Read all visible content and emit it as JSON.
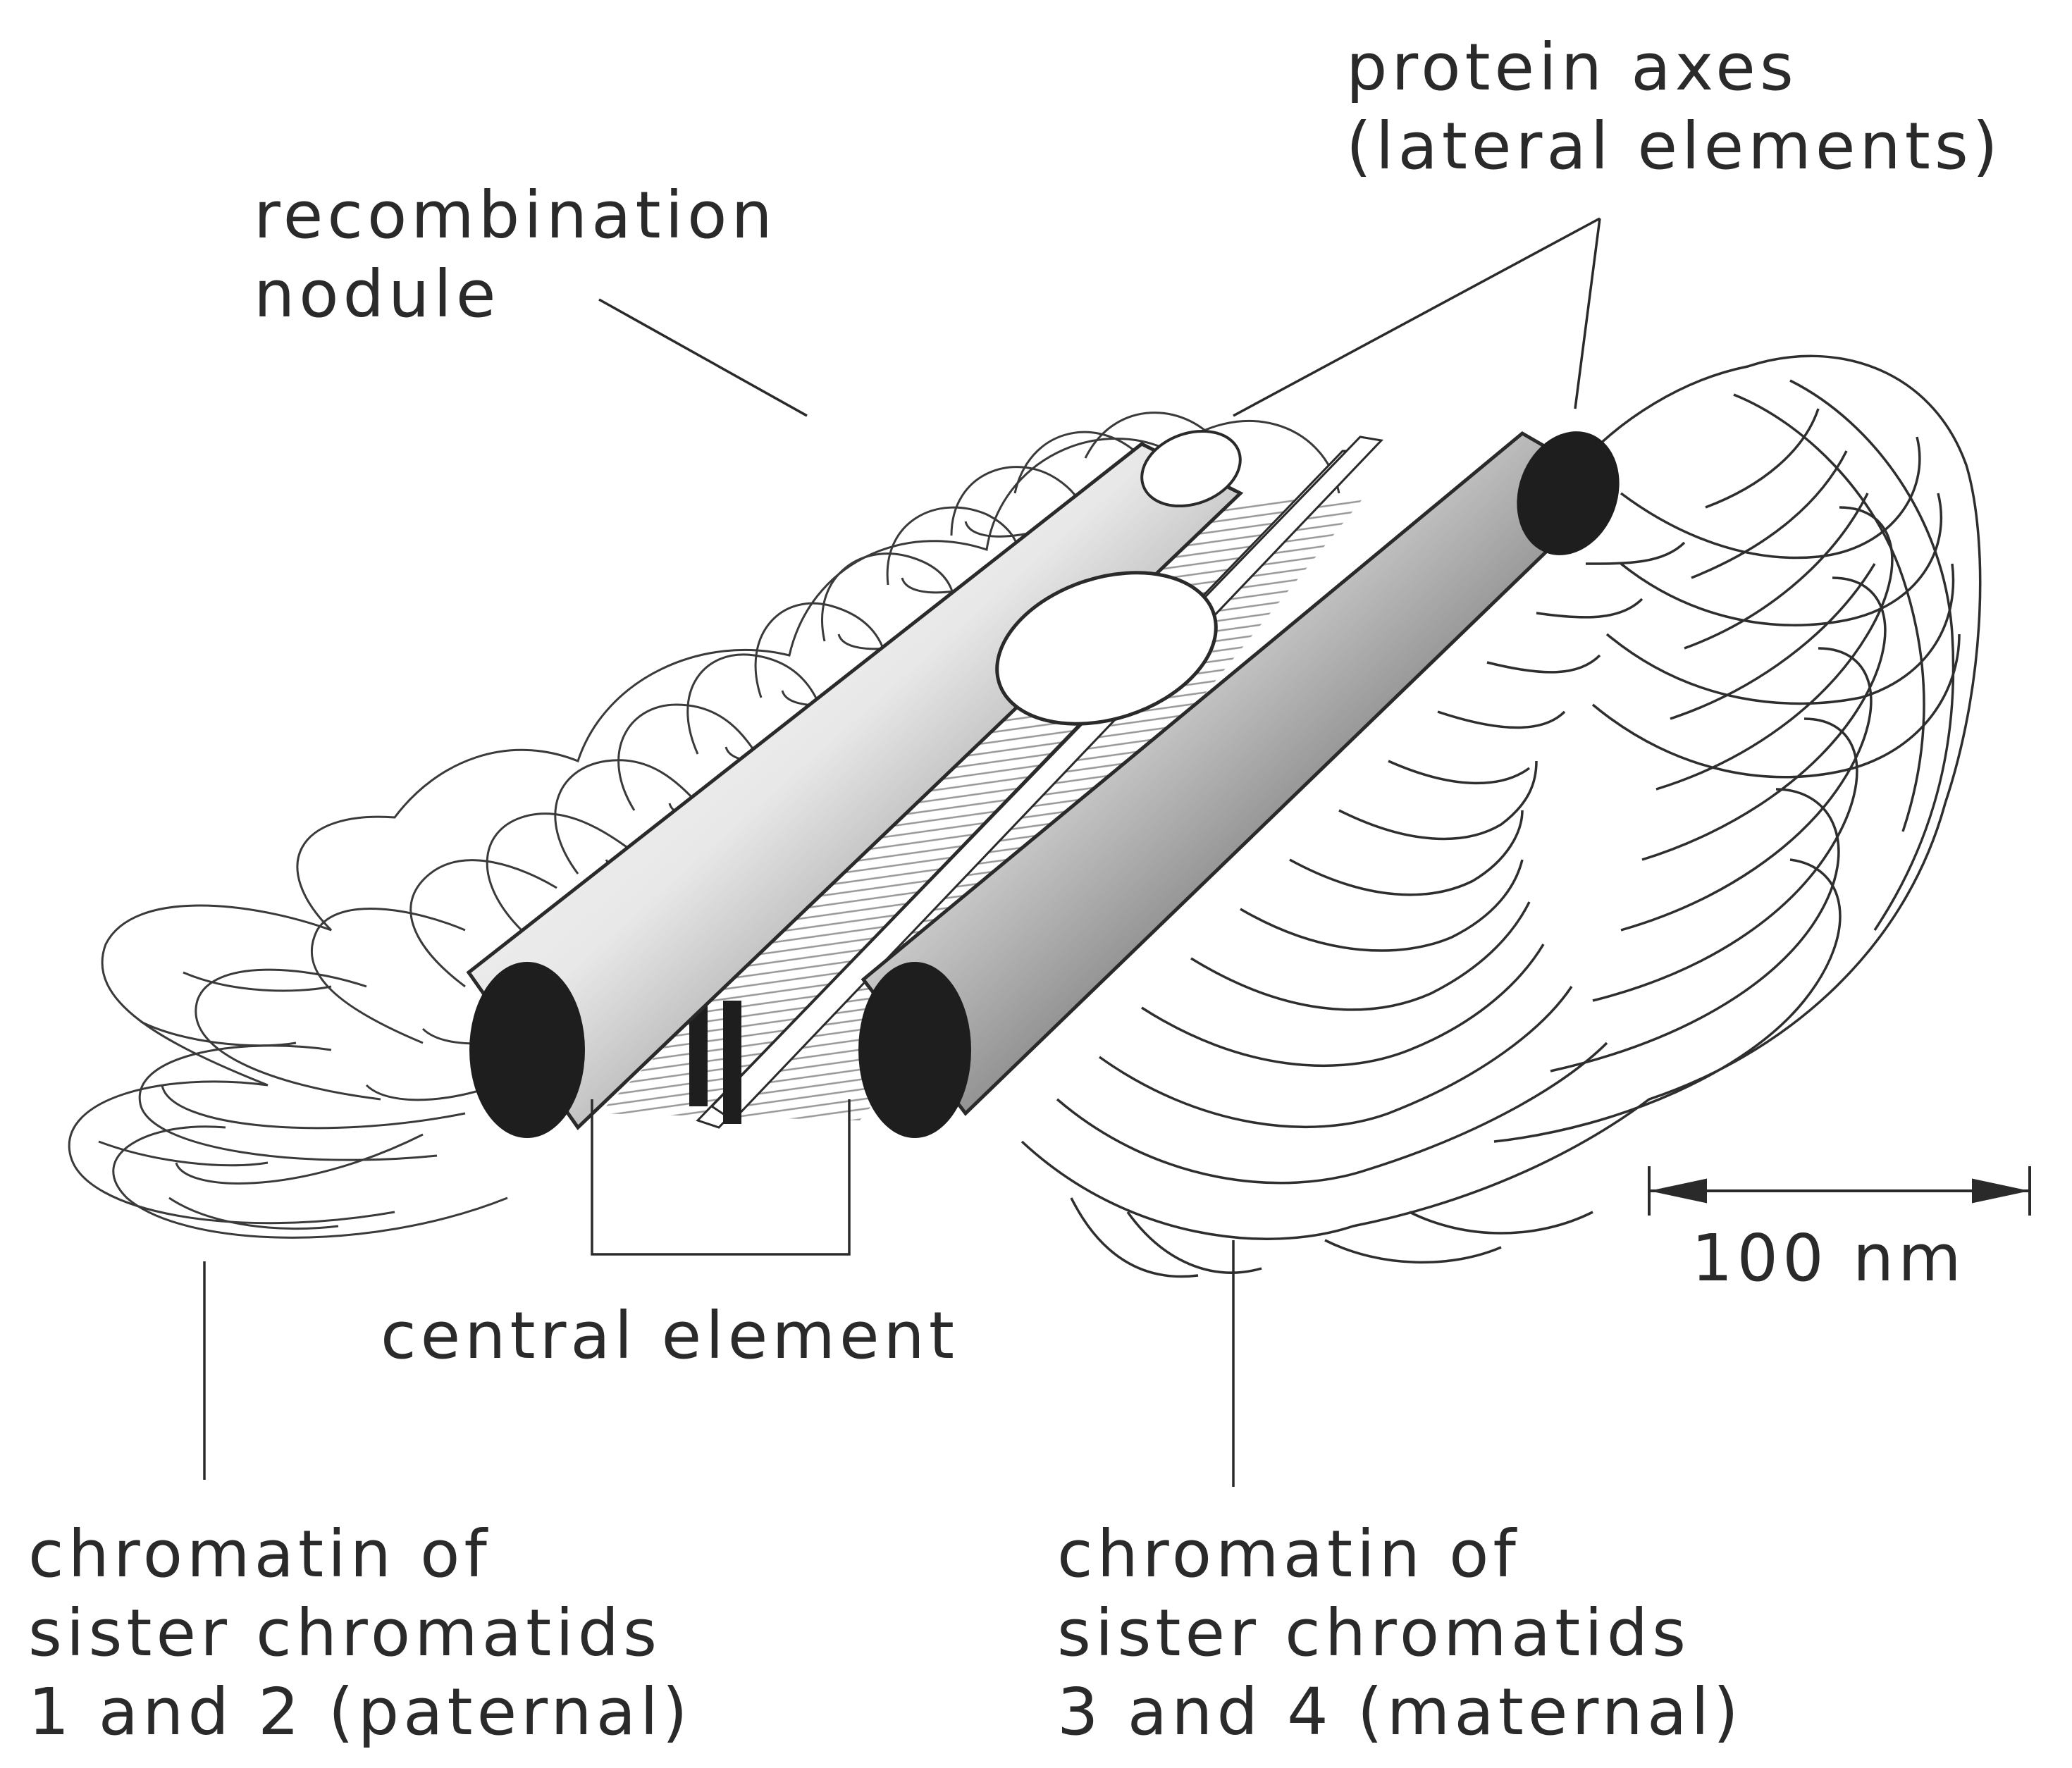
{
  "labels": {
    "protein_axes": {
      "line1": "protein axes",
      "line2": "(lateral elements)"
    },
    "recombination_nodule": {
      "line1": "recombination",
      "line2": "nodule"
    },
    "central_element": "central element",
    "scale_bar": "100 nm",
    "paternal": {
      "line1": "chromatin of",
      "line2": "sister chromatids",
      "line3": "1 and 2 (paternal)"
    },
    "maternal": {
      "line1": "chromatin of",
      "line2": "sister chromatids",
      "line3": "3 and 4 (maternal)"
    }
  },
  "colors": {
    "ink": "#2a2a2a",
    "axis_dark": "#1e1e1e",
    "background": "#ffffff"
  }
}
